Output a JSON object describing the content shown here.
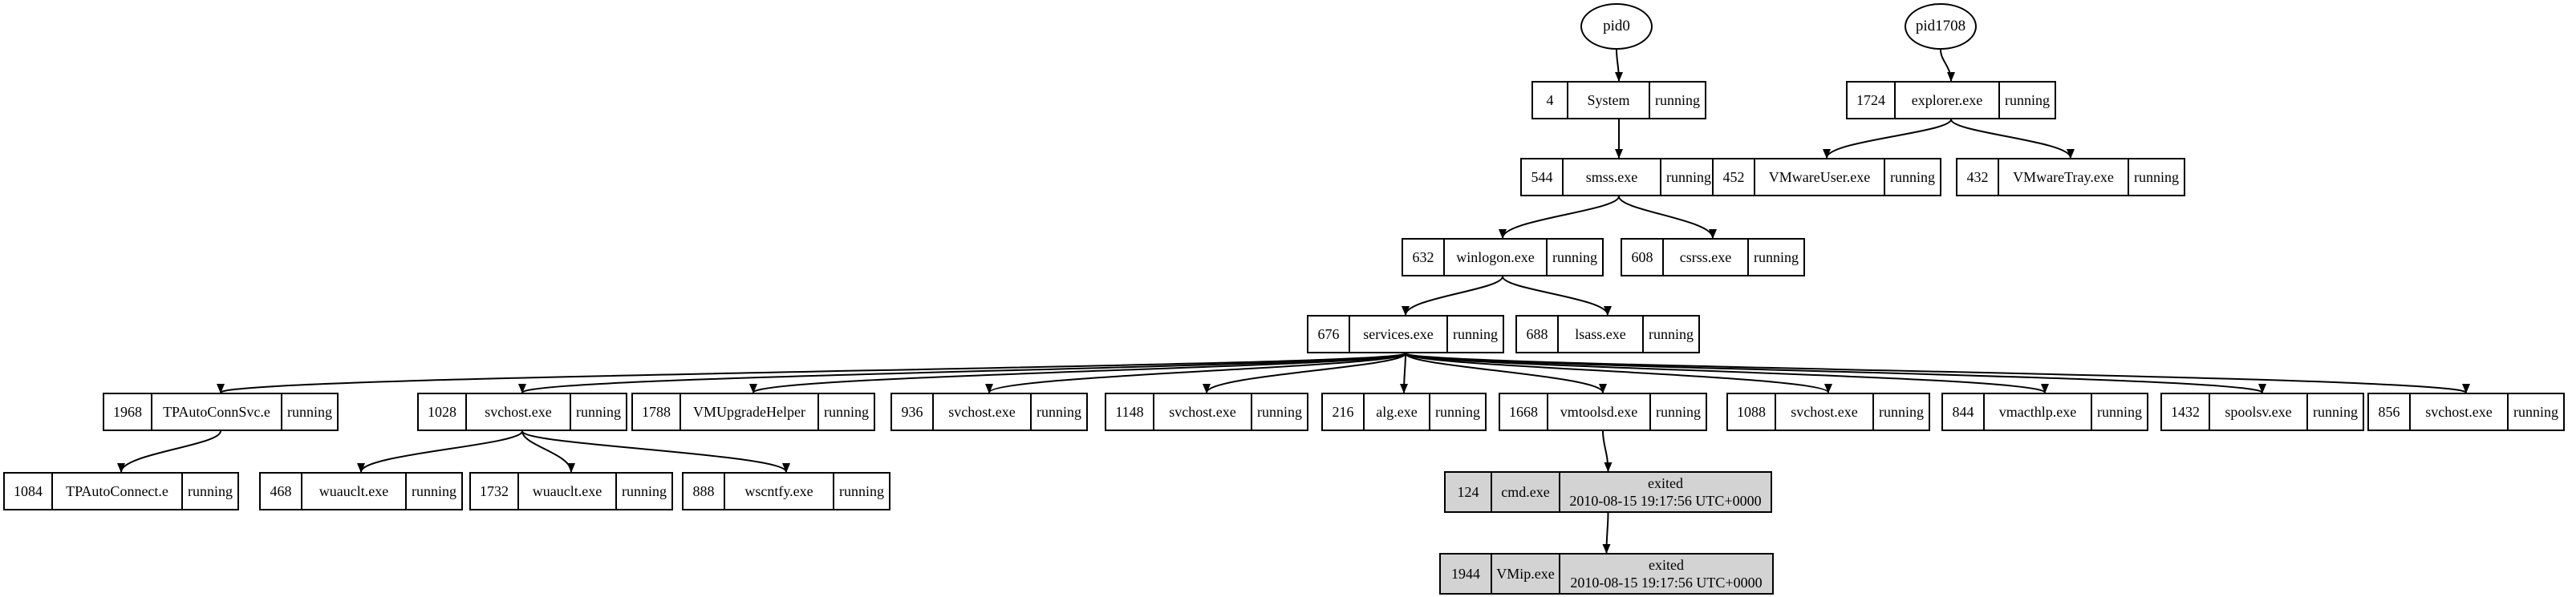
{
  "roots": [
    {
      "id": "pid0",
      "label": "pid0"
    },
    {
      "id": "pid1708",
      "label": "pid1708"
    }
  ],
  "processes": [
    {
      "id": "p4",
      "pid": "4",
      "name": "System",
      "status": "running"
    },
    {
      "id": "p1724",
      "pid": "1724",
      "name": "explorer.exe",
      "status": "running"
    },
    {
      "id": "p544",
      "pid": "544",
      "name": "smss.exe",
      "status": "running"
    },
    {
      "id": "p452",
      "pid": "452",
      "name": "VMwareUser.exe",
      "status": "running"
    },
    {
      "id": "p432",
      "pid": "432",
      "name": "VMwareTray.exe",
      "status": "running"
    },
    {
      "id": "p632",
      "pid": "632",
      "name": "winlogon.exe",
      "status": "running"
    },
    {
      "id": "p608",
      "pid": "608",
      "name": "csrss.exe",
      "status": "running"
    },
    {
      "id": "p676",
      "pid": "676",
      "name": "services.exe",
      "status": "running"
    },
    {
      "id": "p688",
      "pid": "688",
      "name": "lsass.exe",
      "status": "running"
    },
    {
      "id": "p1968",
      "pid": "1968",
      "name": "TPAutoConnSvc.e",
      "status": "running"
    },
    {
      "id": "p1028",
      "pid": "1028",
      "name": "svchost.exe",
      "status": "running"
    },
    {
      "id": "p1788",
      "pid": "1788",
      "name": "VMUpgradeHelper",
      "status": "running"
    },
    {
      "id": "p936",
      "pid": "936",
      "name": "svchost.exe",
      "status": "running"
    },
    {
      "id": "p1148",
      "pid": "1148",
      "name": "svchost.exe",
      "status": "running"
    },
    {
      "id": "p216",
      "pid": "216",
      "name": "alg.exe",
      "status": "running"
    },
    {
      "id": "p1668",
      "pid": "1668",
      "name": "vmtoolsd.exe",
      "status": "running"
    },
    {
      "id": "p1088",
      "pid": "1088",
      "name": "svchost.exe",
      "status": "running"
    },
    {
      "id": "p844",
      "pid": "844",
      "name": "vmacthlp.exe",
      "status": "running"
    },
    {
      "id": "p1432",
      "pid": "1432",
      "name": "spoolsv.exe",
      "status": "running"
    },
    {
      "id": "p856",
      "pid": "856",
      "name": "svchost.exe",
      "status": "running"
    },
    {
      "id": "p1084",
      "pid": "1084",
      "name": "TPAutoConnect.e",
      "status": "running"
    },
    {
      "id": "p468",
      "pid": "468",
      "name": "wuauclt.exe",
      "status": "running"
    },
    {
      "id": "p1732",
      "pid": "1732",
      "name": "wuauclt.exe",
      "status": "running"
    },
    {
      "id": "p888",
      "pid": "888",
      "name": "wscntfy.exe",
      "status": "running"
    },
    {
      "id": "p124",
      "pid": "124",
      "name": "cmd.exe",
      "status": "exited",
      "time": "2010-08-15 19:17:56 UTC+0000"
    },
    {
      "id": "p1944",
      "pid": "1944",
      "name": "VMip.exe",
      "status": "exited",
      "time": "2010-08-15 19:17:56 UTC+0000"
    }
  ],
  "edges": [
    [
      "pid0",
      "p4"
    ],
    [
      "pid1708",
      "p1724"
    ],
    [
      "p4",
      "p544"
    ],
    [
      "p1724",
      "p452"
    ],
    [
      "p1724",
      "p432"
    ],
    [
      "p544",
      "p632"
    ],
    [
      "p544",
      "p608"
    ],
    [
      "p632",
      "p676"
    ],
    [
      "p632",
      "p688"
    ],
    [
      "p676",
      "p1968"
    ],
    [
      "p676",
      "p1028"
    ],
    [
      "p676",
      "p1788"
    ],
    [
      "p676",
      "p936"
    ],
    [
      "p676",
      "p1148"
    ],
    [
      "p676",
      "p216"
    ],
    [
      "p676",
      "p1668"
    ],
    [
      "p676",
      "p1088"
    ],
    [
      "p676",
      "p844"
    ],
    [
      "p676",
      "p1432"
    ],
    [
      "p676",
      "p856"
    ],
    [
      "p1968",
      "p1084"
    ],
    [
      "p1028",
      "p468"
    ],
    [
      "p1028",
      "p1732"
    ],
    [
      "p1028",
      "p888"
    ],
    [
      "p1668",
      "p124"
    ],
    [
      "p124",
      "p1944"
    ]
  ],
  "colors": {
    "exited_fill": "#d3d3d3",
    "line": "#000000"
  }
}
